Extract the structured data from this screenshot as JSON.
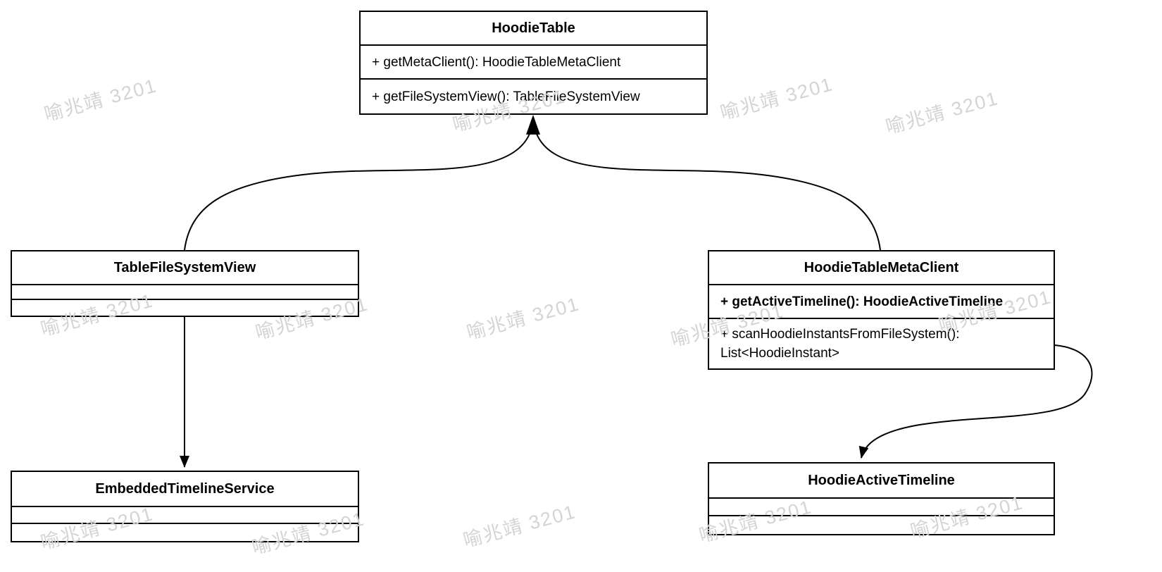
{
  "diagram": {
    "watermark": {
      "text": "喻兆靖 3201",
      "color": "#d4d4d4"
    },
    "line_color": "#000000",
    "classes": [
      {
        "name": "HoodieTable",
        "methods": [
          "+ getMetaClient(): HoodieTableMetaClient",
          "+ getFileSystemView(): TableFileSystemView"
        ]
      },
      {
        "name": "TableFileSystemView",
        "methods": []
      },
      {
        "name": "HoodieTableMetaClient",
        "methods": [
          "+ getActiveTimeline(): HoodieActiveTimeline",
          "+ scanHoodieInstantsFromFileSystem(): List<HoodieInstant>"
        ]
      },
      {
        "name": "EmbeddedTimelineService",
        "methods": []
      },
      {
        "name": "HoodieActiveTimeline",
        "methods": []
      }
    ],
    "relations": [
      {
        "from": "TableFileSystemView",
        "to": "HoodieTable"
      },
      {
        "from": "HoodieTableMetaClient",
        "to": "HoodieTable"
      },
      {
        "from": "TableFileSystemView",
        "to": "EmbeddedTimelineService"
      },
      {
        "from": "HoodieTableMetaClient",
        "to": "HoodieActiveTimeline"
      }
    ]
  }
}
